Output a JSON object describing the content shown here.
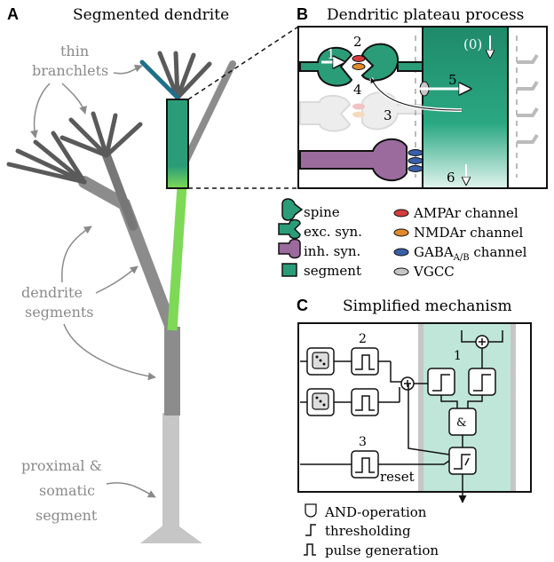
{
  "panels": {
    "a": {
      "letter": "A",
      "title": "Segmented dendrite"
    },
    "b": {
      "letter": "B",
      "title": "Dendritic plateau process"
    },
    "c": {
      "letter": "C",
      "title": "Simplified mechanism"
    }
  },
  "labels_a": {
    "thin_line1": "thin",
    "thin_line2": "branchlets",
    "dendrite_line1": "dendrite",
    "dendrite_line2": "segments",
    "proximal_line1": "proximal &",
    "proximal_line2": "somatic",
    "proximal_line3": "segment"
  },
  "steps_b": {
    "s0": "(0)",
    "s1": "1",
    "s2": "2",
    "s3": "3",
    "s4": "4",
    "s5": "5",
    "s6": "6"
  },
  "legend": {
    "spine": "spine",
    "exc": "exc. syn.",
    "inh": "inh. syn.",
    "segment": "segment",
    "ampa": "AMPAr channel",
    "nmda": "NMDAr channel",
    "gaba_main": "GABA",
    "gaba_sub": "A/B",
    "gaba_suffix": " channel",
    "vgcc": "VGCC"
  },
  "labels_c": {
    "n1": "1",
    "n2": "2",
    "n3": "3",
    "reset": "reset",
    "and_sym": "&"
  },
  "legend_c": {
    "and_op": "AND-operation",
    "thresh": "thresholding",
    "pulse": "pulse generation"
  },
  "colors": {
    "teal": "#2a9d78",
    "teal_dark": "#1d7a5c",
    "green_segment": "#7ed957",
    "purple": "#9b6b9e",
    "ampa": "#d23c3c",
    "nmda": "#e08a2c",
    "gaba": "#3a5fa8",
    "vgcc": "#b8b8b8",
    "dark_gray": "#5a5a5a",
    "mid_gray": "#888888",
    "light_gray": "#c6c6c6",
    "mint": "#bfe6d9"
  }
}
